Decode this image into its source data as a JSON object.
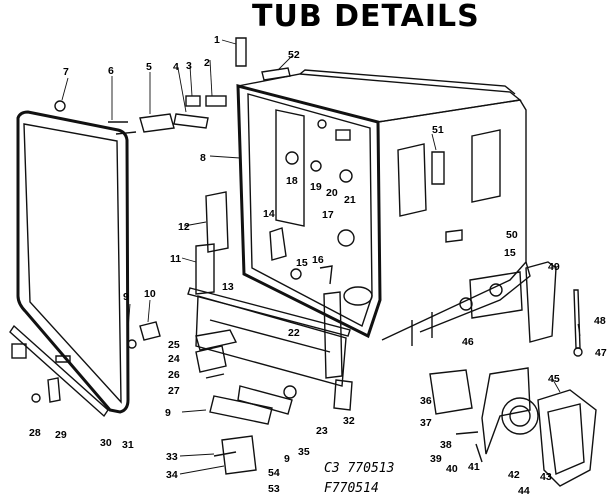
{
  "title": "TUB DETAILS",
  "codes": {
    "model": "C3 770513",
    "drawing": "F770514"
  },
  "parts": [
    "1",
    "2",
    "3",
    "4",
    "5",
    "6",
    "7",
    "8",
    "9",
    "9",
    "9",
    "10",
    "11",
    "12",
    "13",
    "14",
    "15",
    "15",
    "16",
    "17",
    "18",
    "19",
    "20",
    "21",
    "22",
    "23",
    "24",
    "25",
    "26",
    "27",
    "28",
    "29",
    "30",
    "31",
    "32",
    "33",
    "34",
    "35",
    "36",
    "37",
    "38",
    "39",
    "40",
    "41",
    "42",
    "43",
    "44",
    "45",
    "46",
    "47",
    "48",
    "49",
    "50",
    "51",
    "52",
    "53",
    "54"
  ]
}
